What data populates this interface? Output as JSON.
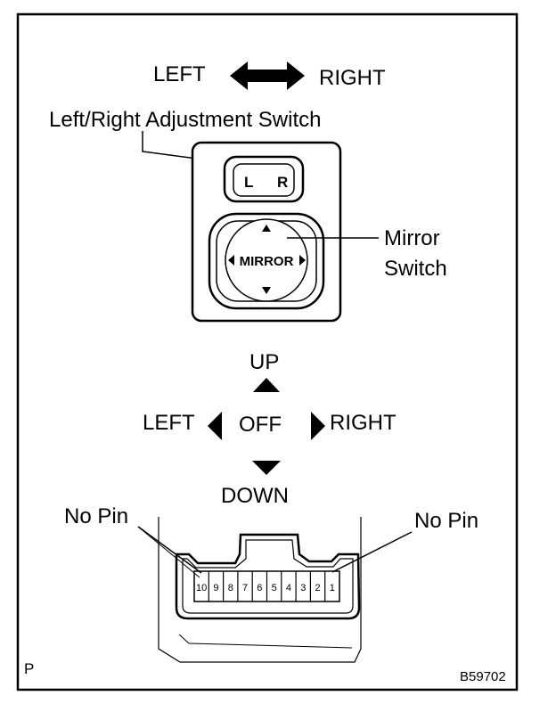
{
  "top_direction": {
    "left": "LEFT",
    "right": "RIGHT"
  },
  "switch": {
    "adjust_label": "Left/Right Adjustment Switch",
    "left_key": "L",
    "right_key": "R",
    "mirror_center": "MIRROR",
    "mirror_label_line1": "Mirror",
    "mirror_label_line2": "Switch"
  },
  "directions": {
    "up": "UP",
    "down": "DOWN",
    "left": "LEFT",
    "right": "RIGHT",
    "center": "OFF"
  },
  "connector": {
    "no_pin_left": "No Pin",
    "no_pin_right": "No Pin",
    "pins": [
      "10",
      "9",
      "8",
      "7",
      "6",
      "5",
      "4",
      "3",
      "2",
      "1"
    ]
  },
  "footer": {
    "corner_letter": "P",
    "figure_code": "B59702"
  }
}
